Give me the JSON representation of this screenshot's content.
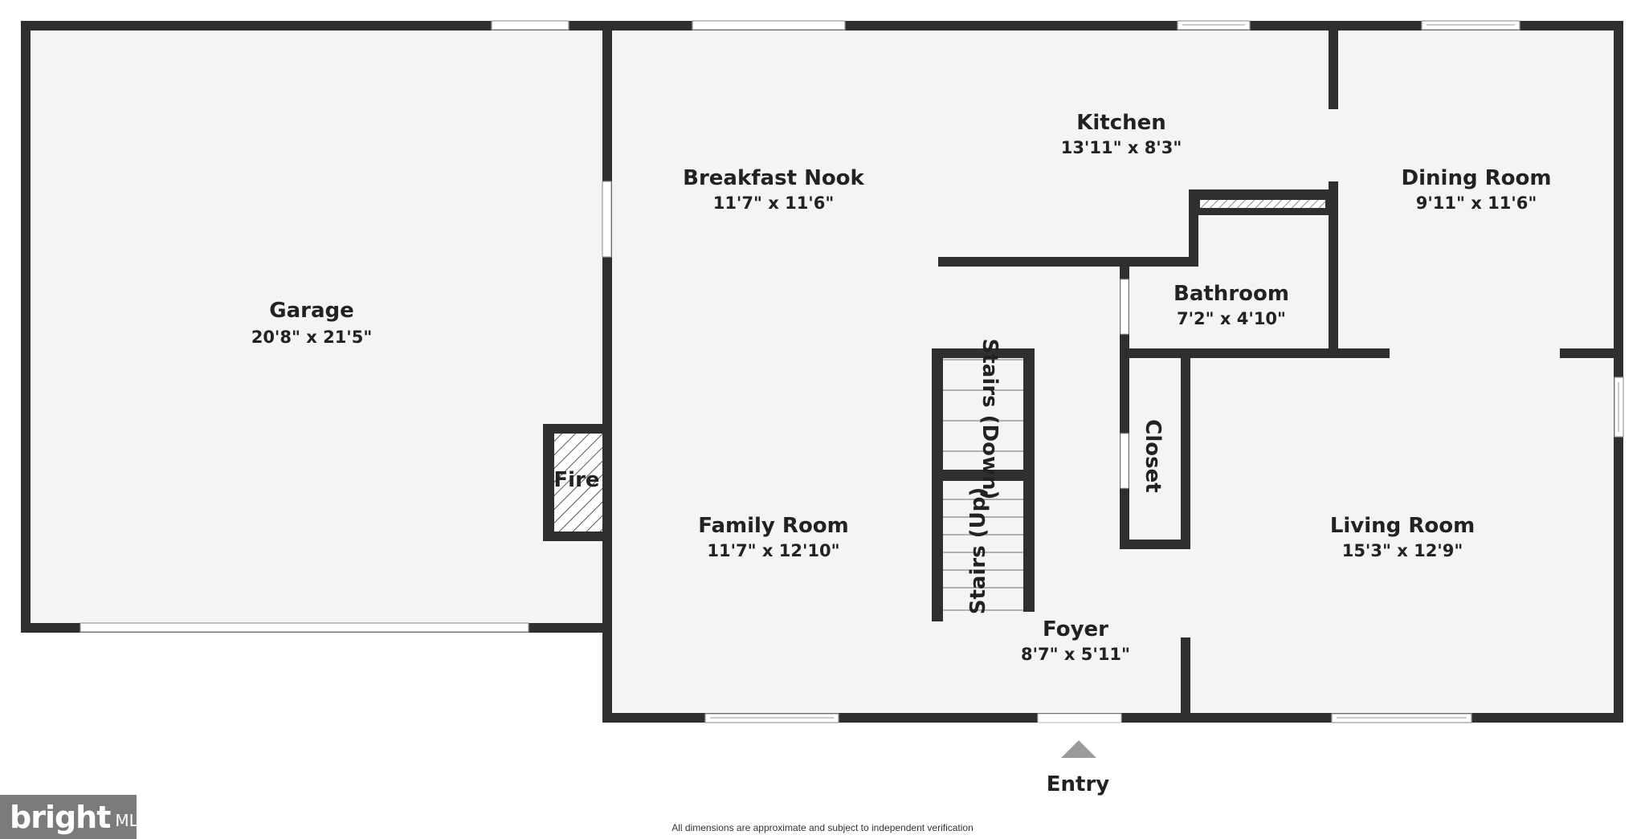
{
  "rooms": {
    "garage": {
      "name": "Garage",
      "dims": "20'8\" x 21'5\""
    },
    "breakfast_nook": {
      "name": "Breakfast Nook",
      "dims": "11'7\" x 11'6\""
    },
    "kitchen": {
      "name": "Kitchen",
      "dims": "13'11\" x 8'3\""
    },
    "dining_room": {
      "name": "Dining Room",
      "dims": "9'11\" x 11'6\""
    },
    "bathroom": {
      "name": "Bathroom",
      "dims": "7'2\" x 4'10\""
    },
    "family_room": {
      "name": "Family Room",
      "dims": "11'7\" x 12'10\""
    },
    "living_room": {
      "name": "Living Room",
      "dims": "15'3\" x 12'9\""
    },
    "foyer": {
      "name": "Foyer",
      "dims": "8'7\" x 5'11\""
    }
  },
  "labels": {
    "fireplace": "Fire",
    "stairs_down": "Stairs (Down)",
    "stairs_up": "Stairs (Up)",
    "closet": "Closet",
    "entry": "Entry"
  },
  "footer": {
    "disclaimer": "All dimensions are approximate and subject to independent verification"
  },
  "brand": {
    "word": "bright",
    "suffix": "MLS"
  },
  "colors": {
    "wall": "#2f2f2f",
    "floor": "#f4f4f4",
    "entry_arrow": "#9a9a9a",
    "brand_bg": "#7b7b7b"
  }
}
